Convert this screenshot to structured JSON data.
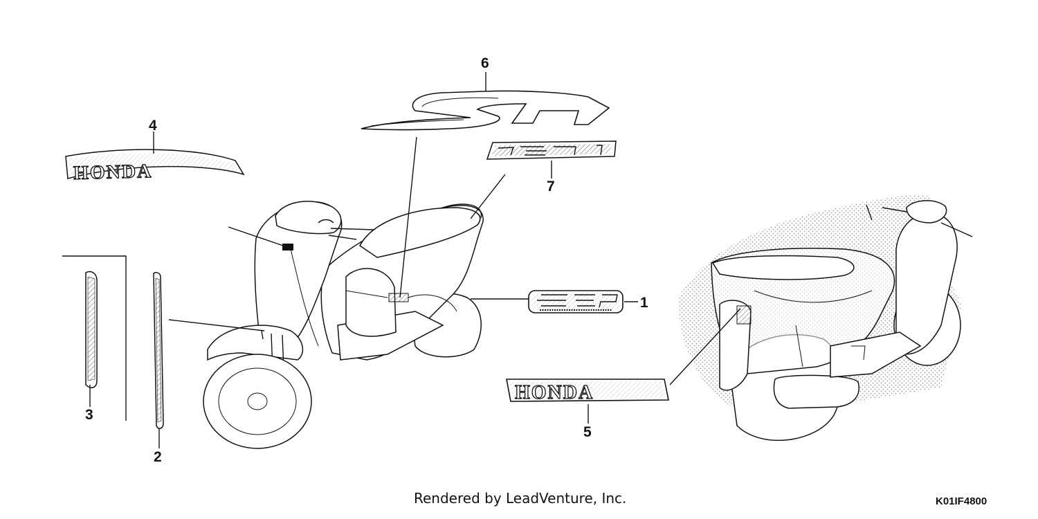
{
  "callouts": {
    "c1": "1",
    "c2": "2",
    "c3": "3",
    "c4": "4",
    "c5": "5",
    "c6": "6",
    "c7": "7"
  },
  "emblems": {
    "honda_arched": "HONDA",
    "honda_straight": "HONDA"
  },
  "footer": {
    "credit": "Rendered by LeadVenture, Inc.",
    "diagram_code": "K01IF4800"
  },
  "colors": {
    "line": "#111111",
    "background": "#ffffff",
    "hatch": "#9a9a9a"
  }
}
